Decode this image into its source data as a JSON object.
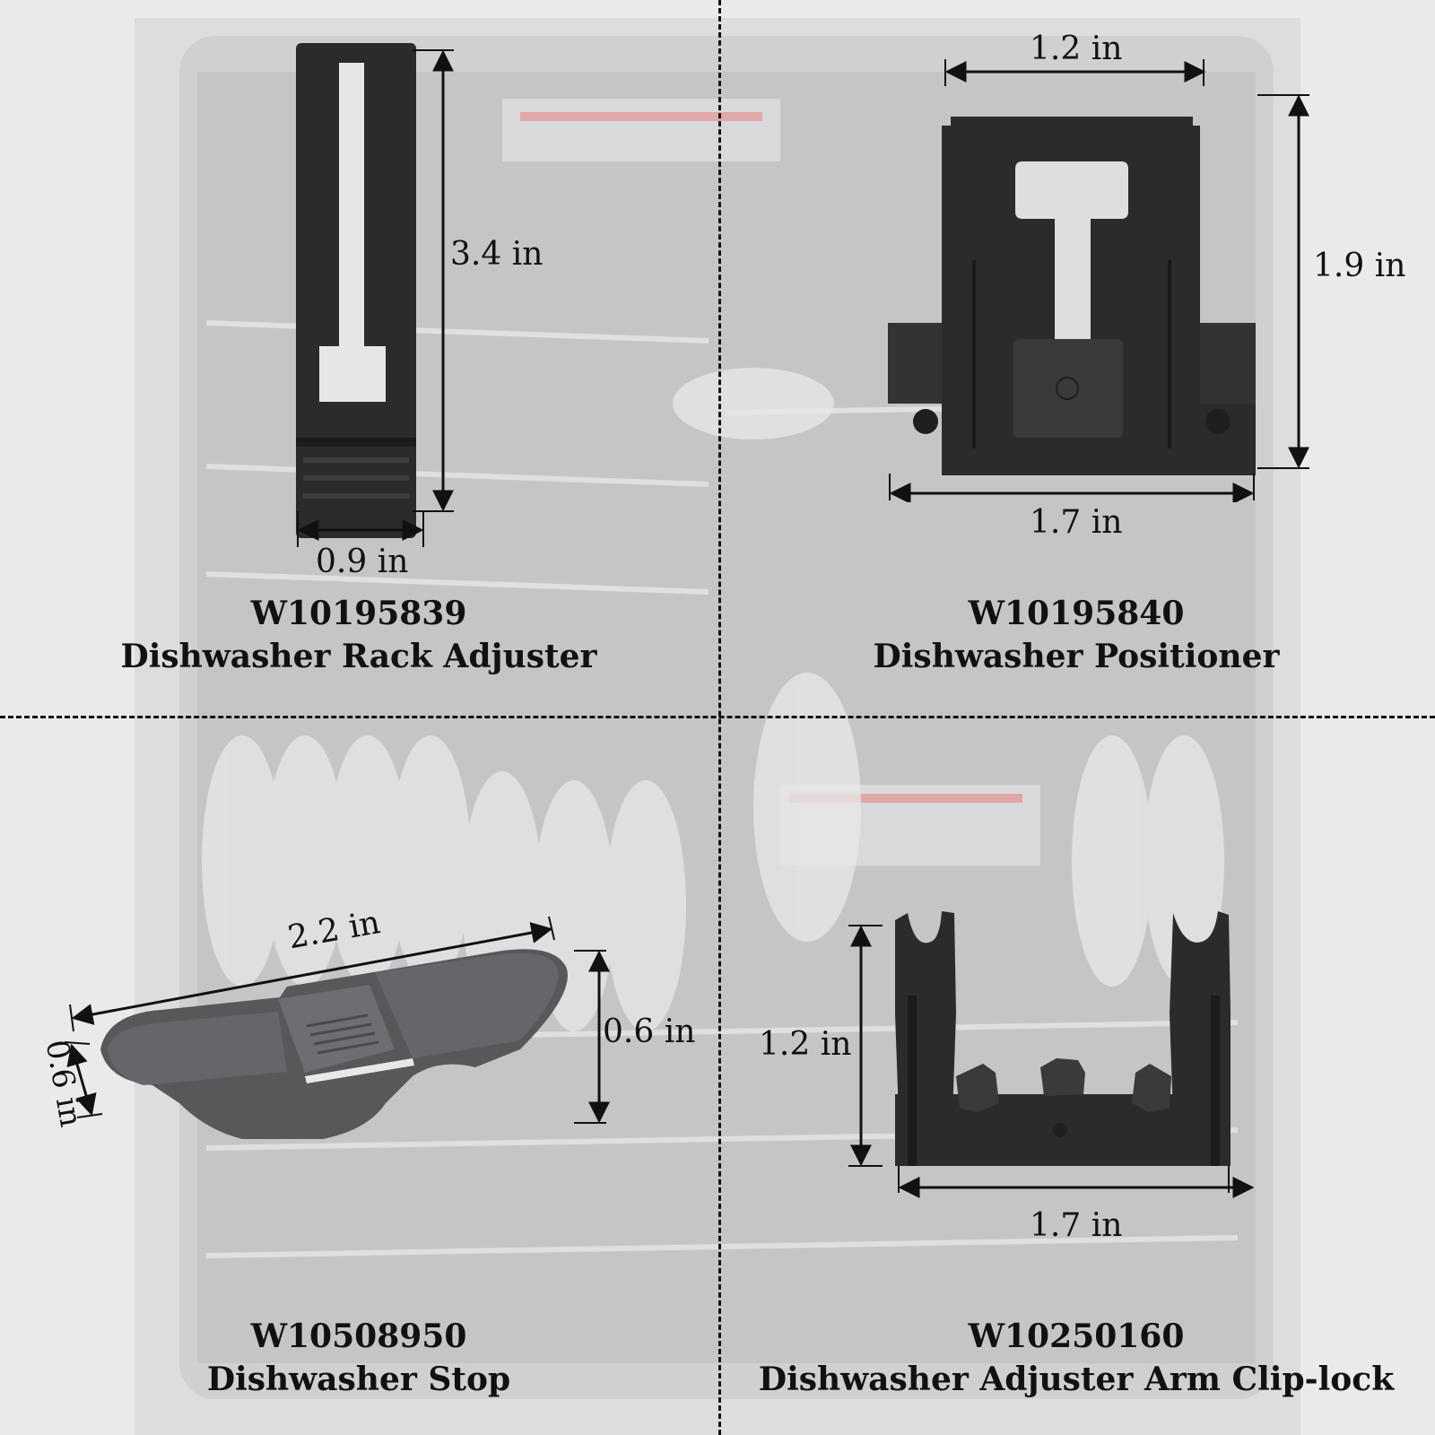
{
  "panels": [
    {
      "part_number": "W10195839",
      "name": "Dishwasher Rack Adjuster",
      "dims": {
        "height": "3.4 in",
        "width": "0.9 in"
      }
    },
    {
      "part_number": "W10195840",
      "name": "Dishwasher Positioner",
      "dims": {
        "top_width": "1.2 in",
        "height": "1.9 in",
        "bottom_width": "1.7 in"
      }
    },
    {
      "part_number": "W10508950",
      "name": "Dishwasher Stop",
      "dims": {
        "length": "2.2 in",
        "height": "0.6 in",
        "depth": "0.6 in"
      }
    },
    {
      "part_number": "W10250160",
      "name": "Dishwasher Adjuster Arm Clip-lock",
      "dims": {
        "height": "1.2 in",
        "width": "1.7 in"
      }
    }
  ],
  "colors": {
    "part_dark": "#2b2b2d",
    "part_gray": "#59595b",
    "background": "#e9eaec",
    "accent_red": "#d97a78"
  }
}
